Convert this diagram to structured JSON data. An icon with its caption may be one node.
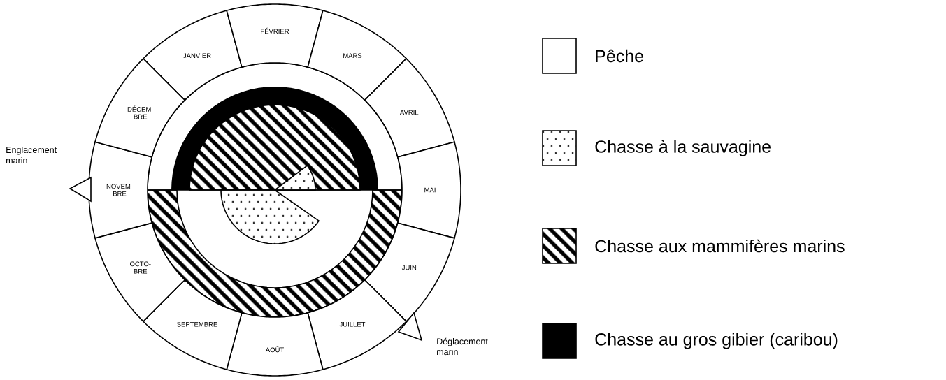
{
  "diagram": {
    "nodes": [
      {
        "text": [
          "JANVIER"
        ]
      },
      {
        "text": [
          "FÉVRIER"
        ]
      },
      {
        "text": [
          "MARS"
        ]
      },
      {
        "text": [
          "AVRIL"
        ]
      },
      {
        "text": [
          "MAI"
        ]
      },
      {
        "text": [
          "JUIN"
        ]
      },
      {
        "text": [
          "JUILLET"
        ]
      },
      {
        "text": [
          "AOÛT"
        ]
      },
      {
        "text": [
          "SEPTEMBRE"
        ]
      },
      {
        "text": [
          "OCTO- BRE"
        ]
      },
      {
        "text": [
          "NOVEM- BRE"
        ]
      },
      {
        "text": [
          "DÉCEM- BRE"
        ]
      }
    ],
    "labels": [
      "Englacement marin",
      "Déglacement marin"
    ],
    "legend": [
      {
        "text": "Pêche"
      },
      {
        "text": "Chasse à la sauvagine"
      },
      {
        "text": "Chasse aux mammifères marins"
      },
      {
        "text": "Chasse au gros gibier (caribou)",
        "color": "#000000"
      }
    ]
  }
}
